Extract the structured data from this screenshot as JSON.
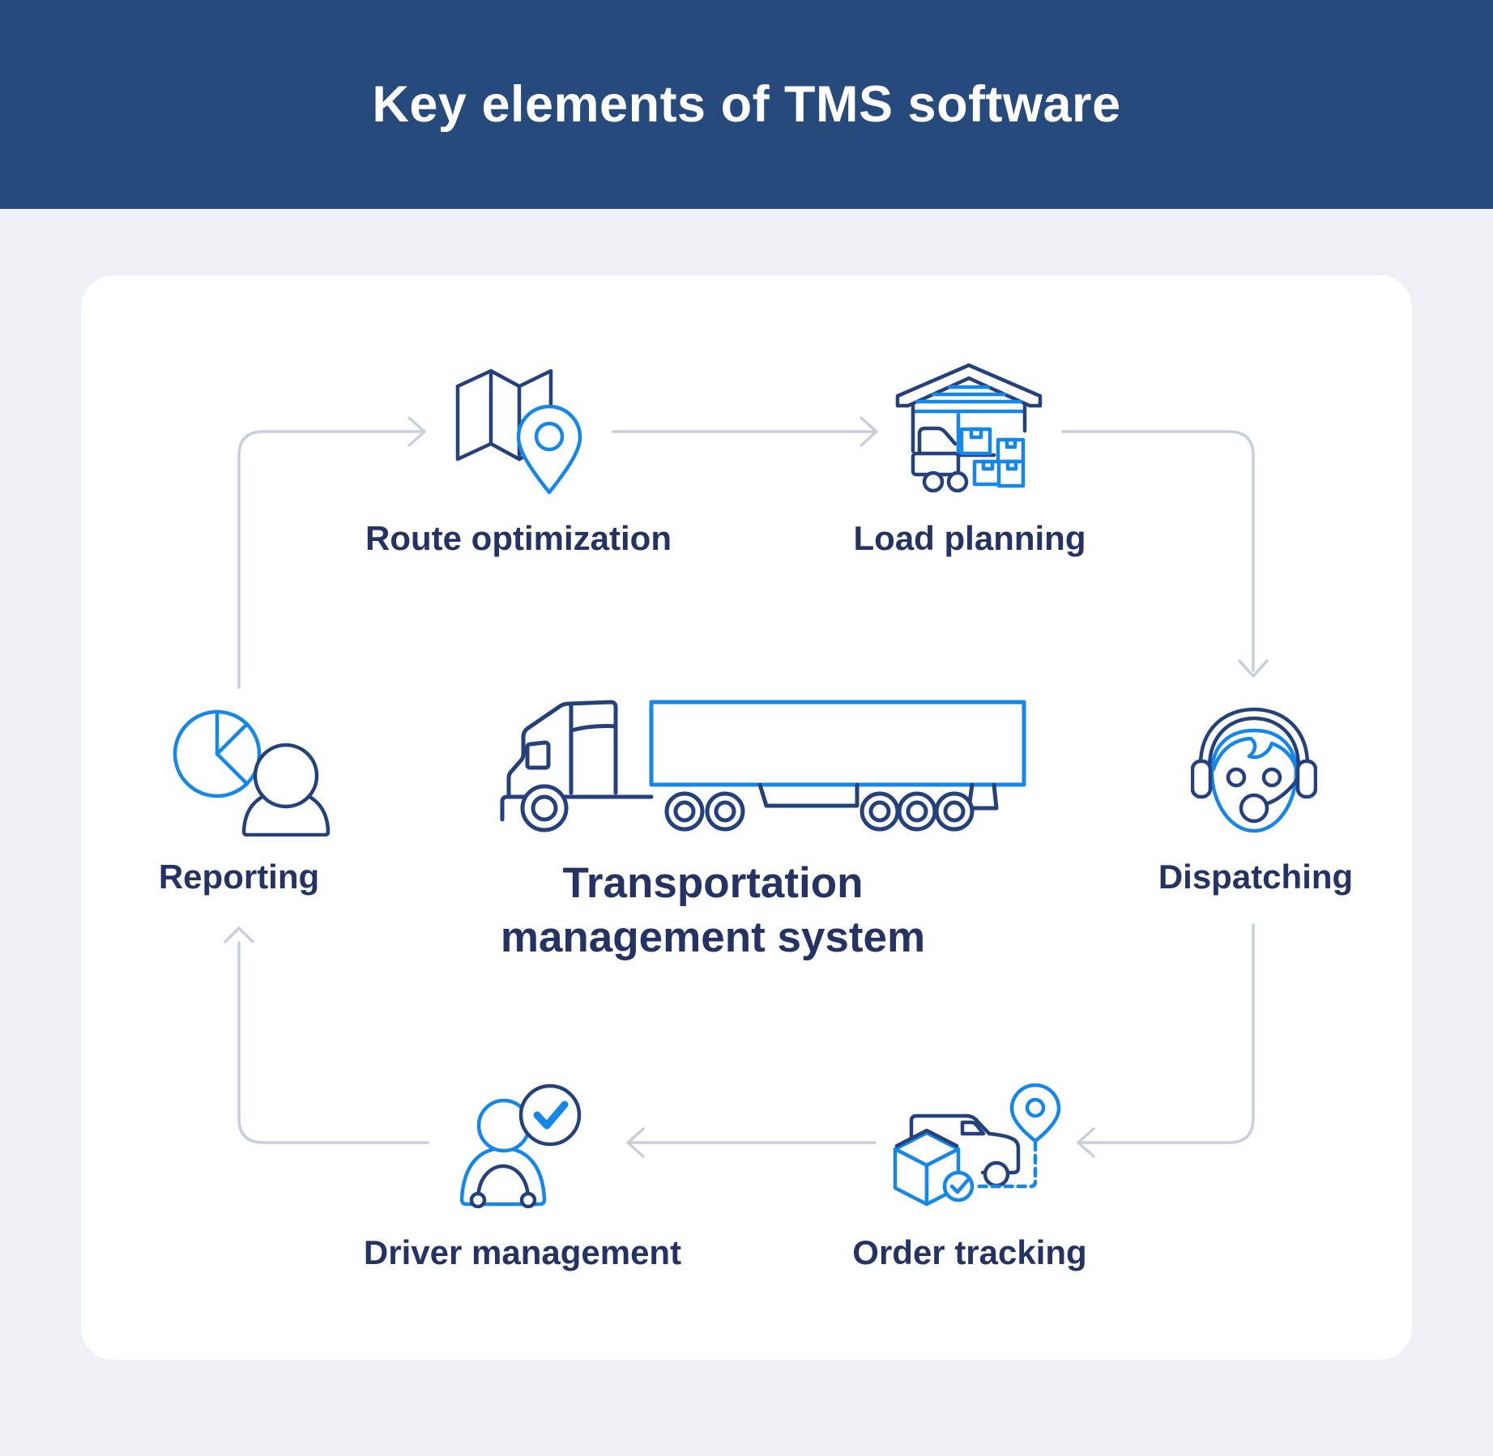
{
  "header": {
    "title": "Key elements of TMS software"
  },
  "diagram": {
    "center": {
      "line1": "Transportation",
      "line2": "management system",
      "icon": "semi-truck-icon"
    },
    "nodes": [
      {
        "id": "route-optimization",
        "label": "Route optimization",
        "icon": "map-location-pin-icon"
      },
      {
        "id": "load-planning",
        "label": "Load planning",
        "icon": "warehouse-forklift-icon"
      },
      {
        "id": "dispatching",
        "label": "Dispatching",
        "icon": "dispatcher-headset-icon"
      },
      {
        "id": "order-tracking",
        "label": "Order tracking",
        "icon": "package-delivery-tracking-icon"
      },
      {
        "id": "driver-management",
        "label": "Driver management",
        "icon": "driver-checkmark-icon"
      },
      {
        "id": "reporting",
        "label": "Reporting",
        "icon": "pie-chart-person-icon"
      }
    ],
    "connections": [
      {
        "from": "reporting",
        "to": "route-optimization"
      },
      {
        "from": "route-optimization",
        "to": "load-planning"
      },
      {
        "from": "load-planning",
        "to": "dispatching"
      },
      {
        "from": "dispatching",
        "to": "order-tracking"
      },
      {
        "from": "order-tracking",
        "to": "driver-management"
      },
      {
        "from": "driver-management",
        "to": "reporting"
      }
    ]
  },
  "colors": {
    "header_bg": "#264a7c",
    "title_text": "#ffffff",
    "background": "#edf0f5",
    "card_bg": "#ffffff",
    "arrow": "#c9cfda",
    "icon_navy": "#24417c",
    "icon_blue": "#1587e8",
    "label_text": "#243363"
  }
}
